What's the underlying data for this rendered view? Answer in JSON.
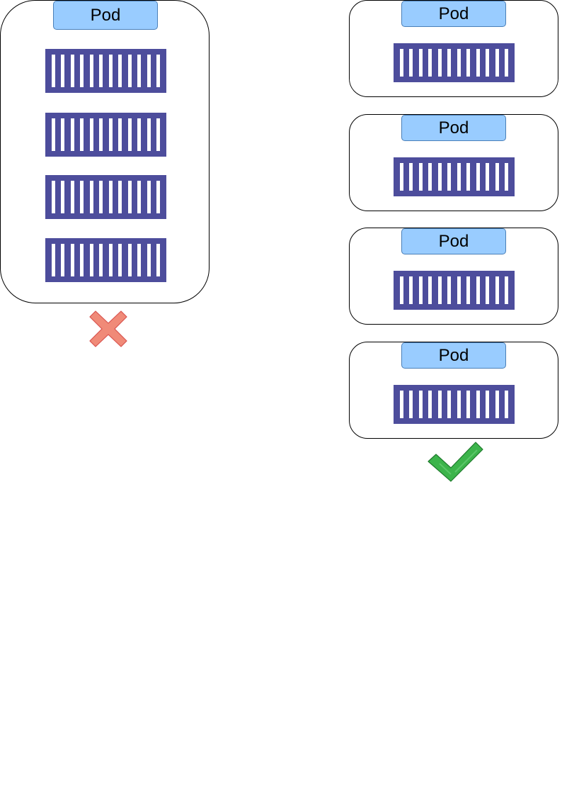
{
  "diagram": {
    "left_group": {
      "pod_label": "Pod",
      "container_count": 4,
      "verdict_icon": "red-x-icon"
    },
    "right_group": {
      "pods": [
        {
          "label": "Pod"
        },
        {
          "label": "Pod"
        },
        {
          "label": "Pod"
        },
        {
          "label": "Pod"
        }
      ],
      "verdict_icon": "green-check-icon"
    },
    "colors": {
      "pod_label_fill": "#99ccff",
      "container_fill": "#4d4d9c",
      "cross_fill": "#f08a78",
      "check_fill": "#3cb44b"
    }
  }
}
